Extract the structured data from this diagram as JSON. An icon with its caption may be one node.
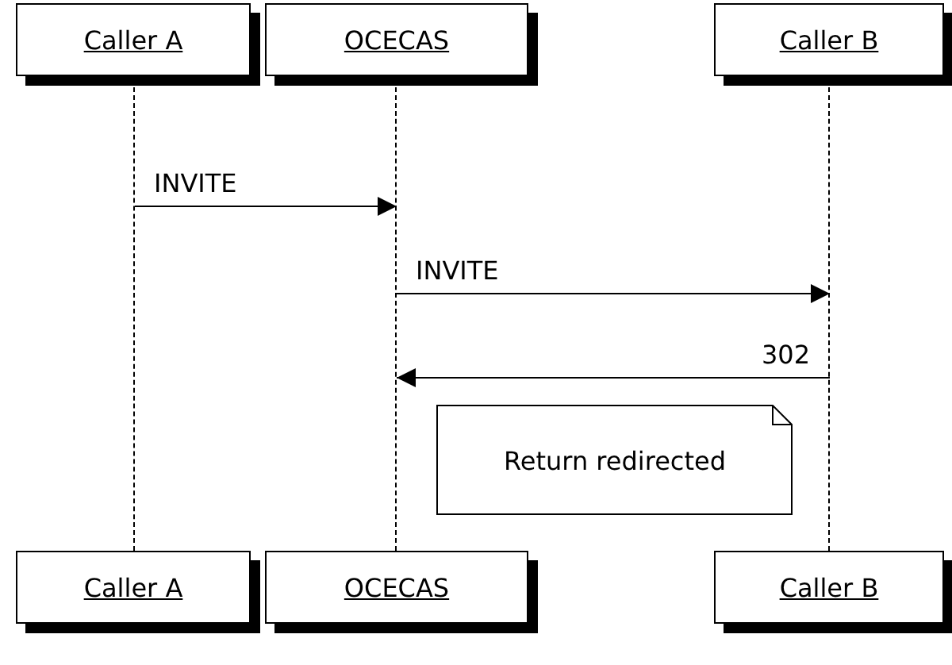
{
  "diagram": {
    "nodes": [
      {
        "text": [
          "Caller A"
        ]
      },
      {
        "text": [
          "OCECAS"
        ]
      },
      {
        "text": [
          "Caller B"
        ]
      },
      {
        "text": [],
        "shape": "line"
      },
      {
        "text": [],
        "shape": "line"
      },
      {
        "text": [],
        "shape": "line"
      },
      {
        "text": [
          "Caller A"
        ]
      },
      {
        "text": [
          "OCECAS"
        ]
      },
      {
        "text": [
          "Caller B"
        ]
      },
      {
        "text": [
          "Return redirected"
        ]
      }
    ],
    "edges": [
      {
        "from": 3,
        "to": 4,
        "arrow": "to",
        "label": "INVITE"
      },
      {
        "from": 4,
        "to": 5,
        "arrow": "to",
        "label": "INVITE"
      },
      {
        "from": 5,
        "to": 4,
        "arrow": "to",
        "label": "302"
      }
    ]
  }
}
